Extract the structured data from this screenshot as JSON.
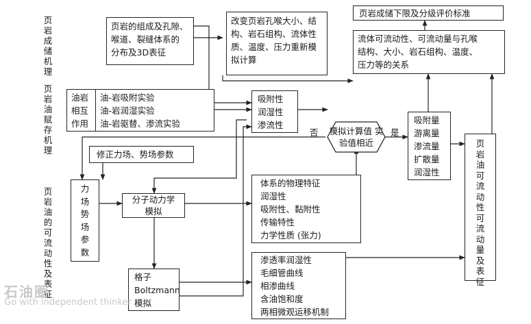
{
  "side_labels": {
    "mechanism": "页岩成储机理",
    "occurrence": "页岩油赋存机理",
    "mobility": "页岩油的可流动性及表征"
  },
  "boxes": {
    "composition": [
      "页岩的组成及孔隙、",
      "喉道、裂缝体系的",
      "分布及3D表征"
    ],
    "recalc": [
      "改变页岩孔喉大小、结",
      "构、岩石组构、流体性",
      "质、温度、压力重新模",
      "拟计算"
    ],
    "criteria": "页岩成储下限及分级评价标准",
    "relation": [
      "流体可流动性、可流动量与孔喉",
      "结构、大小、岩石组构、温度、",
      "压力等的关系"
    ],
    "interaction_title": [
      "油岩",
      "相互",
      "作用"
    ],
    "experiments": [
      "油-岩吸附实验",
      "油-岩润湿实验",
      "油-岩驱替、渗流实验"
    ],
    "properties": [
      "吸附性",
      "润湿性",
      "渗流性"
    ],
    "correction": "修正力场、势场参数",
    "field_params": [
      "力",
      "场",
      "势",
      "场",
      "参",
      "数"
    ],
    "md_sim": [
      "分子动力学",
      "模拟"
    ],
    "physical": [
      "体系的物理特征",
      "润湿性",
      "吸附性、黏附性",
      "传输特性",
      "力学性质 (张力)"
    ],
    "lattice": [
      "格子",
      "Boltzmann",
      "模拟"
    ],
    "seepage": [
      "渗透率润湿性",
      "毛细管曲线",
      "相渗曲线",
      "含油饱和度",
      "两相微观运移机制"
    ],
    "quantities": [
      "吸附量",
      "游离量",
      "渗流量",
      "扩散量",
      "润湿性"
    ],
    "mobility_result": "页岩油可流动性可流动量及表征"
  },
  "decision": [
    "模拟计算值",
    "实验值相近"
  ],
  "branch_no": "否",
  "branch_yes": "是",
  "watermark": {
    "logo": "石油圈",
    "slogan": "Go with independent thinker"
  }
}
